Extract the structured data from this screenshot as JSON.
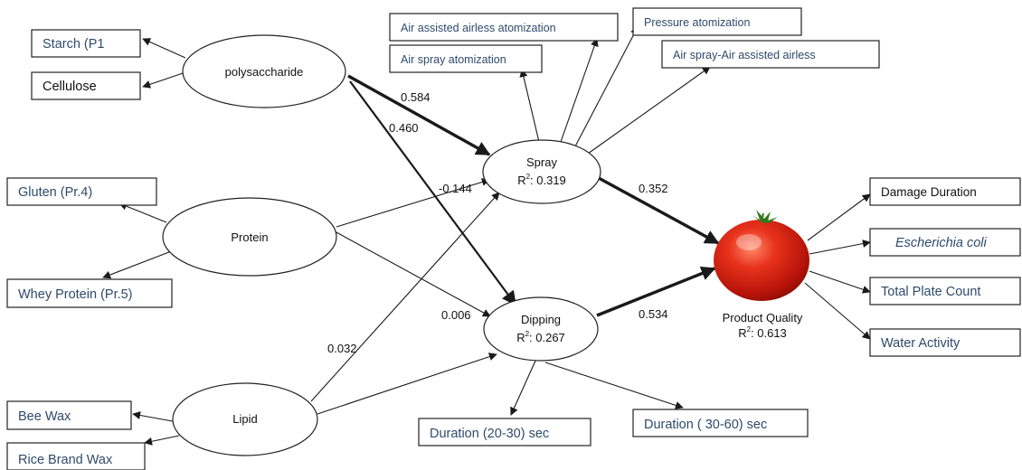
{
  "colors": {
    "indicator_text": "#2e4a6b",
    "tomato": "#d81f10",
    "line": "#1a1a1a"
  },
  "indicators": {
    "starch": "Starch (P1",
    "cellulose": "Cellulose",
    "gluten": "Gluten (Pr.4)",
    "whey": "Whey Protein (Pr.5)",
    "bee_wax": "Bee Wax",
    "rice_wax": "Rice Brand Wax",
    "air_assisted_airless": "Air assisted airless atomization",
    "air_spray": "Air spray atomization",
    "pressure": "Pressure atomization",
    "air_spray_assisted": "Air spray-Air assisted airless",
    "dur_short": "Duration (20-30) sec",
    "dur_long": "Duration ( 30-60) sec",
    "damage": "Damage Duration",
    "ecoli": "Escherichia coli",
    "tpc": "Total Plate Count",
    "water": "Water Activity"
  },
  "latents": {
    "polysaccharide": "polysaccharide",
    "protein": "Protein",
    "lipid": "Lipid",
    "spray": {
      "name": "Spray",
      "r2_label": "R",
      "r2_value": ": 0.319"
    },
    "dipping": {
      "name": "Dipping",
      "r2_label": "R",
      "r2_value": ": 0.267"
    },
    "quality": {
      "name": "Product Quality",
      "r2_label": "R",
      "r2_value": ": 0.613"
    }
  },
  "r2_superscript": "2",
  "paths": {
    "poly_spray": "0.584",
    "poly_dipping": "0.460",
    "protein_spray": "-0.144",
    "protein_dipping": "0.006",
    "lipid_spray": "0.032",
    "spray_quality": "0.352",
    "dipping_quality": "0.534"
  }
}
